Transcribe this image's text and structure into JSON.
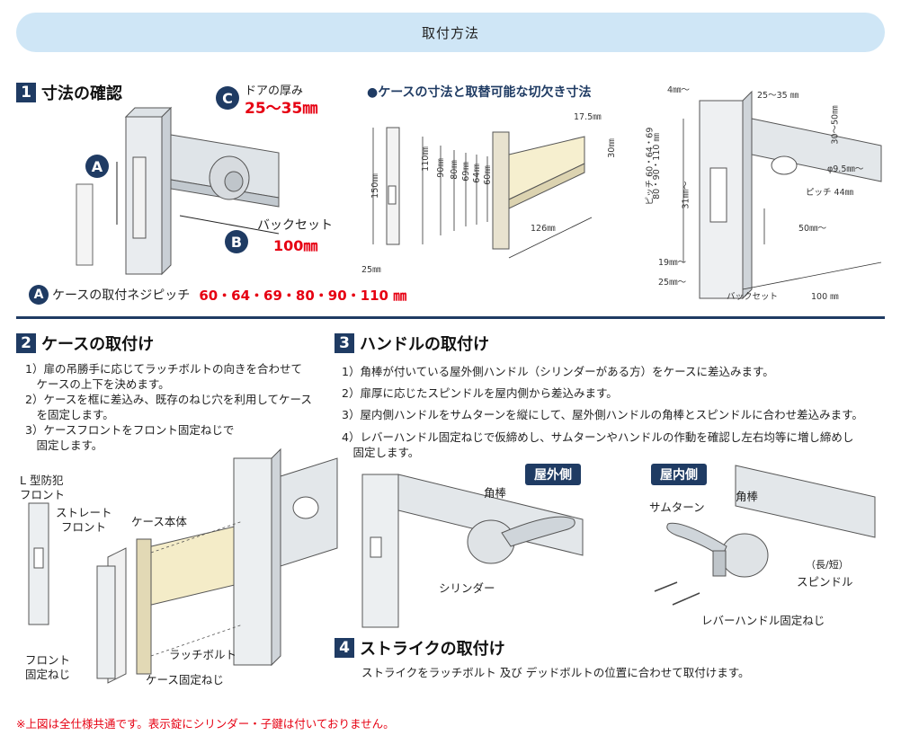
{
  "banner": {
    "title": "取付方法"
  },
  "sec1": {
    "num": "1",
    "title": "寸法の確認",
    "c_label": "C",
    "c_text": "ドアの厚み",
    "c_value": "25〜35㎜",
    "a_label": "A",
    "b_label": "B",
    "b_text": "バックセット",
    "b_value": "100㎜",
    "case_title": "●ケースの寸法と取替可能な切欠き寸法",
    "a_caption": "ケースの取付ネジピッチ",
    "a_values": "60・64・69・80・90・110 ㎜",
    "dims": {
      "d150": "150㎜",
      "d25": "25㎜",
      "d110": "110㎜",
      "d90": "90㎜",
      "d80": "80㎜",
      "d69": "69㎜",
      "d64": "64㎜",
      "d60": "60㎜",
      "d175": "17.5㎜",
      "d30": "30㎜",
      "d126": "126㎜",
      "d4": "4㎜〜",
      "d2535": "25〜35 ㎜",
      "d3050": "30〜50㎜",
      "d95": "φ9.5㎜〜",
      "pitch44": "ピッチ 44㎜",
      "d31": "31㎜〜",
      "d50": "50㎜〜",
      "d19": "19㎜〜",
      "d25b": "25㎜〜",
      "backset": "バックセット",
      "backset_val": "100 ㎜",
      "pitch_v": "ピッチ 60・64・69",
      "pitch_v2": "80・90・110 ㎜"
    }
  },
  "sec2": {
    "num": "2",
    "title": "ケースの取付け",
    "steps": [
      "1）扉の吊勝手に応じてラッチボルトの向きを合わせて",
      "　ケースの上下を決めます。",
      "2）ケースを框に差込み、既存のねじ穴を利用してケース",
      "　を固定します。",
      "3）ケースフロントをフロント固定ねじで",
      "　固定します。"
    ],
    "labels": {
      "l_front": "L 型防犯",
      "l_front2": "フロント",
      "straight": "ストレート",
      "straight2": "フロント",
      "case_body": "ケース本体",
      "latch": "ラッチボルト",
      "front_screw": "フロント",
      "front_screw2": "固定ねじ",
      "case_screw": "ケース固定ねじ"
    }
  },
  "sec3": {
    "num": "3",
    "title": "ハンドルの取付け",
    "steps": [
      "1）角棒が付いている屋外側ハンドル（シリンダーがある方）をケースに差込みます。",
      "2）扉厚に応じたスピンドルを屋内側から差込みます。",
      "3）屋内側ハンドルをサムターンを縦にして、屋外側ハンドルの角棒とスピンドルに合わせ差込みます。",
      "4）レバーハンドル固定ねじで仮締めし、サムターンやハンドルの作動を確認し左右均等に増し締めし",
      "　固定します。"
    ],
    "outside_tag": "屋外側",
    "inside_tag": "屋内側",
    "labels": {
      "kakubou": "角棒",
      "cylinder": "シリンダー",
      "thumbturn": "サムターン",
      "kakubou2": "角棒",
      "spindle_sub": "（長/短）",
      "spindle": "スピンドル",
      "lever_screw": "レバーハンドル固定ねじ"
    }
  },
  "sec4": {
    "num": "4",
    "title": "ストライクの取付け",
    "text": "ストライクをラッチボルト 及び デッドボルトの位置に合わせて取付けます。"
  },
  "footnote": "※上図は全仕様共通です。表示錠にシリンダー・子鍵は付いておりません。"
}
